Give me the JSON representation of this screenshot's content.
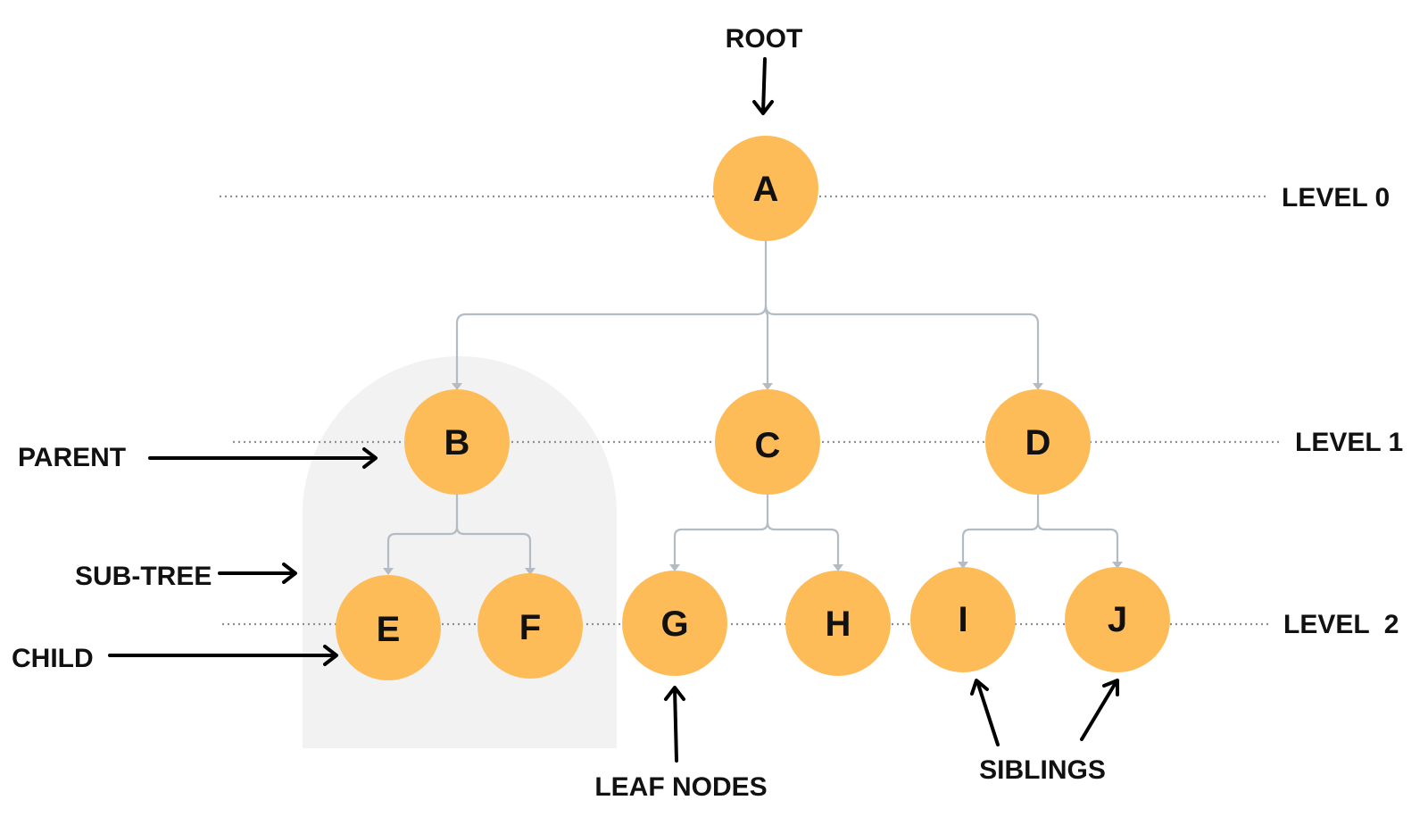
{
  "nodes": {
    "a": "A",
    "b": "B",
    "c": "C",
    "d": "D",
    "e": "E",
    "f": "F",
    "g": "G",
    "h": "H",
    "i": "I",
    "j": "J"
  },
  "levels": {
    "level0": "LEVEL 0",
    "level1": "LEVEL 1",
    "level2": "LEVEL  2"
  },
  "callouts": {
    "root": "ROOT",
    "parent": "PARENT",
    "subtree": "SUB-TREE",
    "child": "CHILD",
    "leaf_nodes": "LEAF NODES",
    "siblings": "SIBLINGS"
  },
  "colors": {
    "node_fill": "#FDBC58",
    "edge": "#B3BCC4",
    "subtree_background": "#F2F2F2",
    "text": "#111111"
  }
}
